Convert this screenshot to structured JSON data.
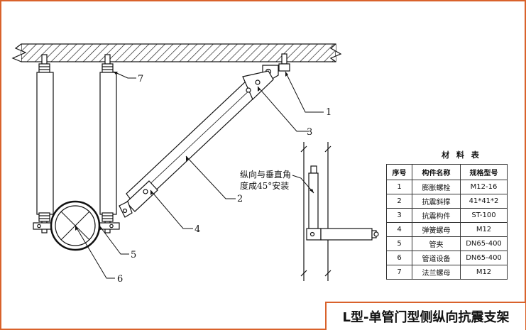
{
  "callouts": [
    "1",
    "2",
    "3",
    "4",
    "5",
    "6",
    "7"
  ],
  "note": {
    "line1": "纵向与垂直角",
    "line2": "度成45°安装"
  },
  "materials": {
    "title": "材 料 表",
    "headers": [
      "序号",
      "构件名称",
      "规格型号"
    ],
    "rows": [
      [
        "1",
        "膨胀螺栓",
        "M12-16"
      ],
      [
        "2",
        "抗震斜撑",
        "41*41*2"
      ],
      [
        "3",
        "抗震构件",
        "ST-100"
      ],
      [
        "4",
        "弹簧螺母",
        "M12"
      ],
      [
        "5",
        "管夹",
        "DN65-400"
      ],
      [
        "6",
        "管道设备",
        "DN65-400"
      ],
      [
        "7",
        "法兰螺母",
        "M12"
      ]
    ]
  },
  "drawing_title": "L型-单管门型侧纵向抗震支架",
  "colors": {
    "frame": "#d9622b",
    "line": "#111111"
  }
}
